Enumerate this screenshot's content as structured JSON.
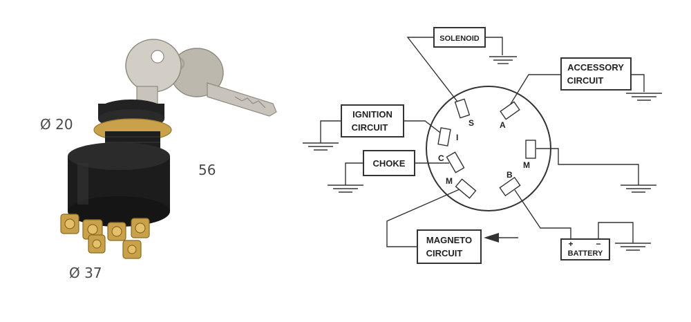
{
  "dimensions": {
    "diameter_small": "Ø 20",
    "height": "56",
    "diameter_large": "Ø 37"
  },
  "diagram": {
    "boxes": {
      "solenoid": "SOLENOID",
      "accessory_1": "ACCESSORY",
      "accessory_2": "CIRCUIT",
      "ignition_1": "IGNITION",
      "ignition_2": "CIRCUIT",
      "choke": "CHOKE",
      "magneto_1": "MAGNETO",
      "magneto_2": "CIRCUIT",
      "battery": "BATTERY",
      "battery_plus": "+",
      "battery_minus": "−"
    },
    "terminals": {
      "s": "S",
      "a": "A",
      "i": "I",
      "c": "C",
      "m_right": "M",
      "m_left": "M",
      "b": "B"
    }
  },
  "colors": {
    "switch_body": "#1c1c1c",
    "brass": "#c9a14a",
    "key_metal": "#c8c4bc",
    "line": "#333333"
  }
}
